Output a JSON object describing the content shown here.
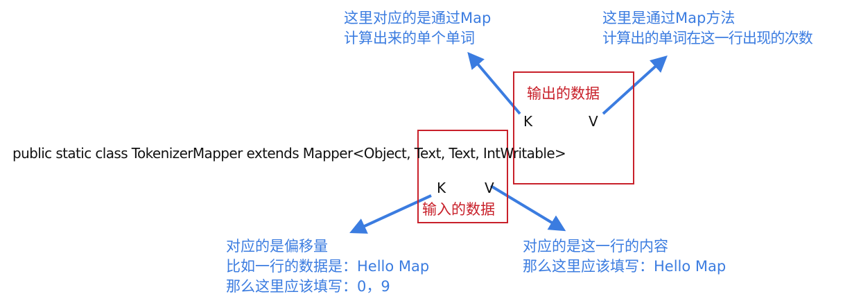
{
  "code_line": "public static class TokenizerMapper extends Mapper<Object, Text, Text, IntWritable>",
  "output_box": {
    "label": "输出的数据",
    "key": "K",
    "value": "V"
  },
  "input_box": {
    "label": "输入的数据",
    "key": "K",
    "value": "V"
  },
  "annotations": {
    "output_key": [
      "这里对应的是通过Map",
      "计算出来的单个单词"
    ],
    "output_value": [
      "这里是通过Map方法",
      "计算出的单词在这一行出现的次数"
    ],
    "input_key": [
      "对应的是偏移量",
      "比如一行的数据是：Hello Map",
      "那么这里应该填写：0，9"
    ],
    "input_value": [
      "对应的是这一行的内容",
      "那么这里应该填写：Hello Map"
    ]
  },
  "colors": {
    "annotation_text": "#3b7ce0",
    "arrow": "#3b7ce0",
    "box_border": "#c8202a",
    "box_label": "#c8202a"
  }
}
